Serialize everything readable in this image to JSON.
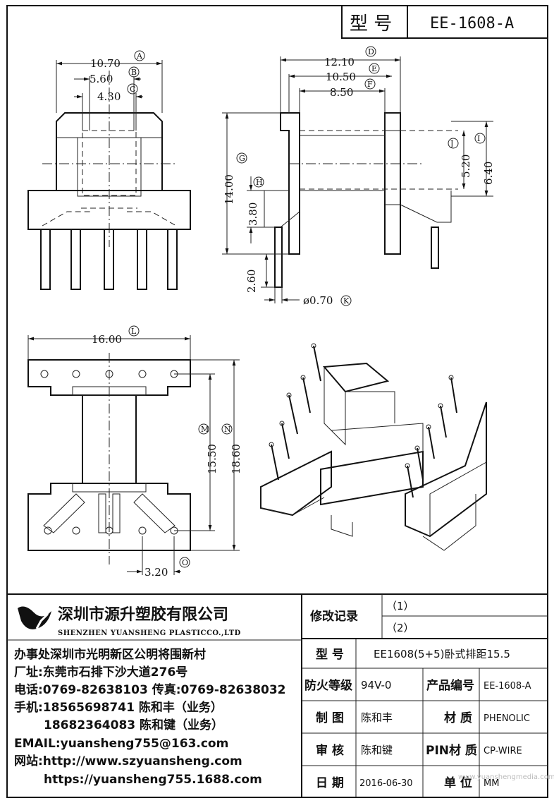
{
  "header": {
    "model_label": "型 号",
    "model_value": "EE-1608-A"
  },
  "dimensions": {
    "front": {
      "A": "10.70",
      "B": "5.60",
      "C": "4.30"
    },
    "side": {
      "D": "12.10",
      "E": "10.50",
      "F": "8.50",
      "G": "14.00",
      "H": "3.80",
      "I": "6.40",
      "J": "5.20",
      "K": "ø0.70",
      "pin": "2.60"
    },
    "bottom": {
      "L": "16.00",
      "M": "15.50",
      "N": "18.60",
      "O": "3.20"
    },
    "letters": [
      "A",
      "B",
      "C",
      "D",
      "E",
      "F",
      "G",
      "H",
      "I",
      "J",
      "K",
      "L",
      "M",
      "N",
      "O"
    ]
  },
  "company": {
    "name_cn": "深圳市源升塑胶有限公司",
    "name_en": "SHENZHEN YUANSHENG PLASTICCO.,LTD",
    "office": "办事处深圳市光明新区公明将围新村",
    "factory": "厂址:东莞市石排下沙大道276号",
    "phone": "电话:0769-82638103 传真:0769-82638032",
    "mobile1": "手机:18565698741 陈和丰（业务）",
    "mobile2": "18682364083 陈和键（业务）",
    "email": "EMAIL:yuansheng755@163.com",
    "web1": "网站:http://www.szyuansheng.com",
    "web2": "https://yuansheng755.1688.com"
  },
  "revision": {
    "label": "修改记录",
    "r1": "（1）",
    "r2": "（2）"
  },
  "spec": {
    "model_label": "型 号",
    "model_value": "EE1608(5+5)卧式排距15.5",
    "fire_label": "防火等级",
    "fire_value": "94V-0",
    "code_label": "产品编号",
    "code_value": "EE-1608-A",
    "draw_label": "制 图",
    "draw_value": "陈和丰",
    "material_label": "材 质",
    "material_value": "PHENOLIC",
    "review_label": "审 核",
    "review_value": "陈和键",
    "pin_label": "PIN材 质",
    "pin_value": "CP-WIRE",
    "date_label": "日 期",
    "date_value": "2016-06-30",
    "unit_label": "单 位",
    "unit_value": "MM"
  },
  "watermark": "www.yuanshengmedia.com"
}
